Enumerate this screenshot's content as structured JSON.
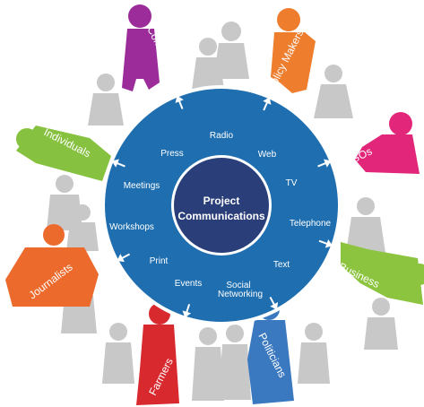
{
  "center": {
    "line1": "Project",
    "line2": "Communications"
  },
  "channels": {
    "radio": "Radio",
    "press": "Press",
    "web": "Web",
    "meetings": "Meetings",
    "tv": "TV",
    "workshops": "Workshops",
    "telephone": "Telephone",
    "print": "Print",
    "text": "Text",
    "events": "Events",
    "social_line1": "Social",
    "social_line2": "Networking"
  },
  "audiences": {
    "communities": "Communities",
    "policy_makers": "Policy Makers",
    "ngos": "NGOs",
    "business": "Business",
    "politicians": "Politicians",
    "farmers": "Farmers",
    "journalists": "Journalists",
    "individuals": "Individuals"
  },
  "colors": {
    "ring": "#1f6fb0",
    "ring_dark": "#18578c",
    "center": "#2a3f7a",
    "figure_gray": "#c8c8c8",
    "communities": "#9b2c9a",
    "policy_makers": "#ee7d2e",
    "ngos": "#e2277a",
    "business": "#8cc43f",
    "politicians": "#3a78c0",
    "farmers": "#d8292f",
    "journalists": "#ec6a2c",
    "individuals": "#86c13f"
  }
}
